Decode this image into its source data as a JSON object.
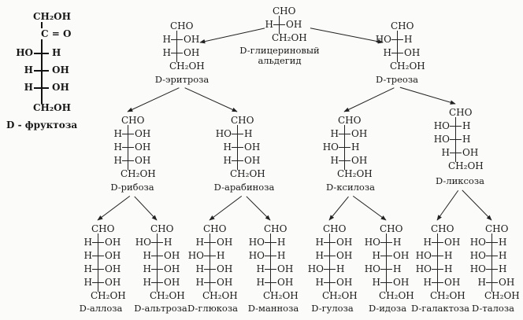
{
  "fructose": {
    "top": "CH₂OH",
    "carbonyl": "C = O",
    "rows": [
      [
        "HO",
        "H"
      ],
      [
        "H",
        "OH"
      ],
      [
        "H",
        "OH"
      ]
    ],
    "bottom": "CH₂OH",
    "name": "D - фруктоза"
  },
  "molecules": [
    {
      "id": "glyceraldehyde",
      "top": "CHO",
      "rows": [
        [
          "H",
          "OH"
        ]
      ],
      "bottom": "CH₂OH",
      "name": "D-глицериновый\nальдегид"
    },
    {
      "id": "erythrose",
      "top": "CHO",
      "rows": [
        [
          "H",
          "OH"
        ],
        [
          "H",
          "OH"
        ]
      ],
      "bottom": "CH₂OH",
      "name": "D-эритроза"
    },
    {
      "id": "threose",
      "top": "CHO",
      "rows": [
        [
          "HO",
          "H"
        ],
        [
          "H",
          "OH"
        ]
      ],
      "bottom": "CH₂OH",
      "name": "D-треоза"
    },
    {
      "id": "ribose",
      "top": "CHO",
      "rows": [
        [
          "H",
          "OH"
        ],
        [
          "H",
          "OH"
        ],
        [
          "H",
          "OH"
        ]
      ],
      "bottom": "CH₂OH",
      "name": "D-рибоза"
    },
    {
      "id": "arabinose",
      "top": "CHO",
      "rows": [
        [
          "HO",
          "H"
        ],
        [
          "H",
          "OH"
        ],
        [
          "H",
          "OH"
        ]
      ],
      "bottom": "CH₂OH",
      "name": "D-арабиноза"
    },
    {
      "id": "xylose",
      "top": "CHO",
      "rows": [
        [
          "H",
          "OH"
        ],
        [
          "HO",
          "H"
        ],
        [
          "H",
          "OH"
        ]
      ],
      "bottom": "CH₂OH",
      "name": "D-ксилоза"
    },
    {
      "id": "lyxose",
      "top": "CHO",
      "rows": [
        [
          "HO",
          "H"
        ],
        [
          "HO",
          "H"
        ],
        [
          "H",
          "OH"
        ]
      ],
      "bottom": "CH₂OH",
      "name": "D-ликсоза"
    },
    {
      "id": "allose",
      "top": "CHO",
      "rows": [
        [
          "H",
          "OH"
        ],
        [
          "H",
          "OH"
        ],
        [
          "H",
          "OH"
        ],
        [
          "H",
          "OH"
        ]
      ],
      "bottom": "CH₂OH",
      "name": "D-аллоза"
    },
    {
      "id": "altrose",
      "top": "CHO",
      "rows": [
        [
          "HO",
          "H"
        ],
        [
          "H",
          "OH"
        ],
        [
          "H",
          "OH"
        ],
        [
          "H",
          "OH"
        ]
      ],
      "bottom": "CH₂OH",
      "name": "D-альтроза"
    },
    {
      "id": "glucose",
      "top": "CHO",
      "rows": [
        [
          "H",
          "OH"
        ],
        [
          "HO",
          "H"
        ],
        [
          "H",
          "OH"
        ],
        [
          "H",
          "OH"
        ]
      ],
      "bottom": "CH₂OH",
      "name": "D-глюкоза"
    },
    {
      "id": "mannose",
      "top": "CHO",
      "rows": [
        [
          "HO",
          "H"
        ],
        [
          "HO",
          "H"
        ],
        [
          "H",
          "OH"
        ],
        [
          "H",
          "OH"
        ]
      ],
      "bottom": "CH₂OH",
      "name": "D-манноза"
    },
    {
      "id": "gulose",
      "top": "CHO",
      "rows": [
        [
          "H",
          "OH"
        ],
        [
          "H",
          "OH"
        ],
        [
          "HO",
          "H"
        ],
        [
          "H",
          "OH"
        ]
      ],
      "bottom": "CH₂OH",
      "name": "D-гулоза"
    },
    {
      "id": "idose",
      "top": "CHO",
      "rows": [
        [
          "HO",
          "H"
        ],
        [
          "H",
          "OH"
        ],
        [
          "HO",
          "H"
        ],
        [
          "H",
          "OH"
        ]
      ],
      "bottom": "CH₂OH",
      "name": "D-идоза"
    },
    {
      "id": "galactose",
      "top": "CHO",
      "rows": [
        [
          "H",
          "OH"
        ],
        [
          "HO",
          "H"
        ],
        [
          "HO",
          "H"
        ],
        [
          "H",
          "OH"
        ]
      ],
      "bottom": "CH₂OH",
      "name": "D-галактоза"
    },
    {
      "id": "talose",
      "top": "CHO",
      "rows": [
        [
          "HO",
          "H"
        ],
        [
          "HO",
          "H"
        ],
        [
          "HO",
          "H"
        ],
        [
          "H",
          "OH"
        ]
      ],
      "bottom": "CH₂OH",
      "name": "D-талоза"
    }
  ],
  "arrows": [
    [
      "glyceraldehyde",
      "erythrose"
    ],
    [
      "glyceraldehyde",
      "threose"
    ],
    [
      "erythrose",
      "ribose"
    ],
    [
      "erythrose",
      "arabinose"
    ],
    [
      "threose",
      "xylose"
    ],
    [
      "threose",
      "lyxose"
    ],
    [
      "ribose",
      "allose"
    ],
    [
      "ribose",
      "altrose"
    ],
    [
      "arabinose",
      "glucose"
    ],
    [
      "arabinose",
      "mannose"
    ],
    [
      "xylose",
      "gulose"
    ],
    [
      "xylose",
      "idose"
    ],
    [
      "lyxose",
      "galactose"
    ],
    [
      "lyxose",
      "talose"
    ]
  ]
}
